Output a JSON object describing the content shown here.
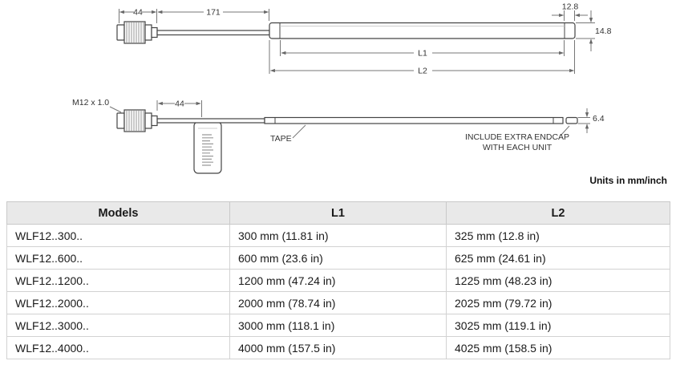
{
  "diagram": {
    "units_note": "Units in mm/inch",
    "top_view": {
      "dim_connector": "44",
      "dim_cable": "171",
      "dim_endcap": "12.8",
      "dim_height": "14.8",
      "dim_l1": "L1",
      "dim_l2": "L2"
    },
    "bottom_view": {
      "thread_label": "M12 x 1.0",
      "dim_tag": "44",
      "tape_label": "TAPE",
      "endcap_note_line1": "INCLUDE EXTRA ENDCAP",
      "endcap_note_line2": "WITH EACH UNIT",
      "dim_width": "6.4"
    }
  },
  "table": {
    "headers": [
      "Models",
      "L1",
      "L2"
    ],
    "rows": [
      [
        "WLF12..300..",
        "300 mm (11.81 in)",
        "325 mm (12.8 in)"
      ],
      [
        "WLF12..600..",
        "600 mm (23.6 in)",
        "625 mm (24.61 in)"
      ],
      [
        "WLF12..1200..",
        "1200 mm (47.24 in)",
        "1225 mm (48.23 in)"
      ],
      [
        "WLF12..2000..",
        "2000 mm (78.74 in)",
        "2025 mm (79.72 in)"
      ],
      [
        "WLF12..3000..",
        "3000 mm (118.1 in)",
        "3025 mm (119.1 in)"
      ],
      [
        "WLF12..4000..",
        "4000 mm (157.5 in)",
        "4025 mm (158.5 in)"
      ]
    ]
  }
}
